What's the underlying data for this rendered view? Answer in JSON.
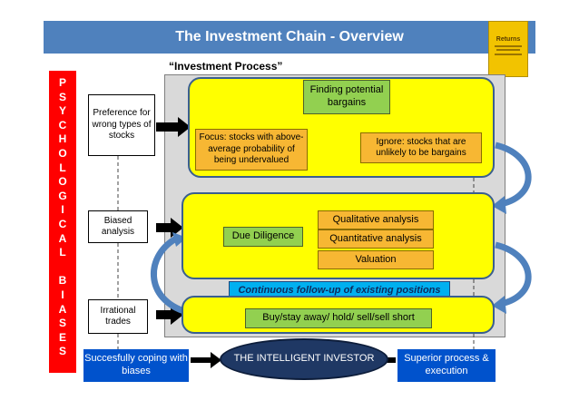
{
  "title": "The Investment Chain - Overview",
  "book_cover": {
    "title": "Returns"
  },
  "bias_bar": {
    "letters": [
      "P",
      "S",
      "Y",
      "C",
      "H",
      "O",
      "L",
      "O",
      "G",
      "I",
      "C",
      "A",
      "L",
      "",
      "B",
      "I",
      "A",
      "S",
      "E",
      "S"
    ]
  },
  "process_label": "“Investment Process”",
  "bias_inputs": [
    "Preference for wrong types of stocks",
    "Biased analysis",
    "Irrational trades"
  ],
  "stage1": {
    "center": "Finding potential bargains",
    "focus": "Focus: stocks with above-average probability of being undervalued",
    "ignore": "Ignore: stocks that are unlikely to be bargains"
  },
  "stage2": {
    "center": "Due Diligence",
    "items": [
      "Qualitative analysis",
      "Quantitative analysis",
      "Valuation"
    ]
  },
  "followup": "Continuous follow-up of existing positions",
  "stage3": {
    "action": "Buy/stay away/ hold/ sell/sell short"
  },
  "bottom": {
    "left": "Succesfully coping with biases",
    "center": "THE INTELLIGENT INVESTOR",
    "right": "Superior process & execution"
  },
  "colors": {
    "title_bar": "#4f81bd",
    "bias_bar": "#ff0000",
    "stage_fill": "#ffff00",
    "orange_box": "#f7b733",
    "green_box": "#92d050",
    "followup": "#00b0f0",
    "outcome_box": "#0052cc",
    "oval": "#1f3864"
  }
}
